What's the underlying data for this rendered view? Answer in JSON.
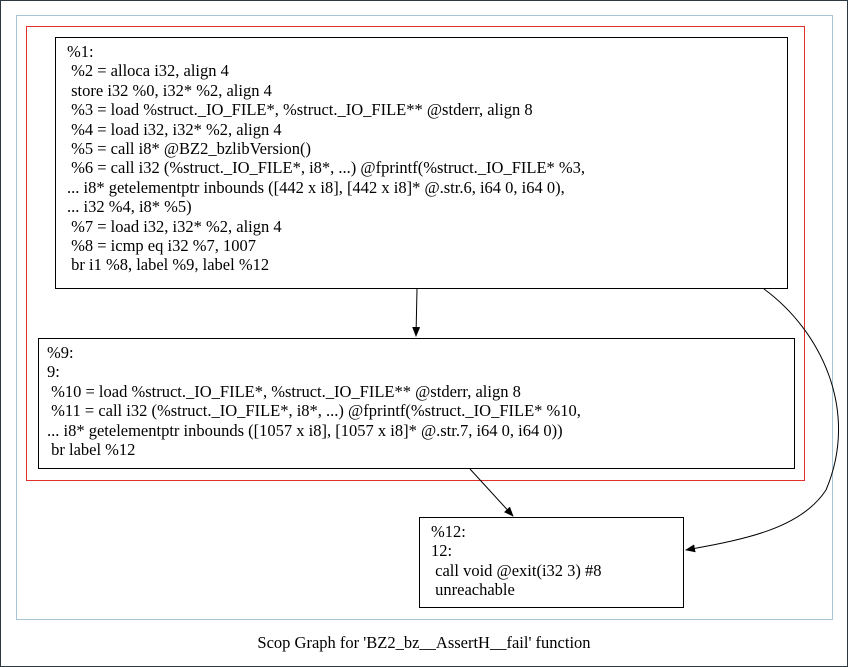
{
  "graph": {
    "caption": "Scop Graph for 'BZ2_bz__AssertH__fail' function",
    "nodes": [
      {
        "id": "%1",
        "lines": [
          "%1:",
          " %2 = alloca i32, align 4",
          " store i32 %0, i32* %2, align 4",
          " %3 = load %struct._IO_FILE*, %struct._IO_FILE** @stderr, align 8",
          " %4 = load i32, i32* %2, align 4",
          " %5 = call i8* @BZ2_bzlibVersion()",
          " %6 = call i32 (%struct._IO_FILE*, i8*, ...) @fprintf(%struct._IO_FILE* %3,",
          "... i8* getelementptr inbounds ([442 x i8], [442 x i8]* @.str.6, i64 0, i64 0),",
          "... i32 %4, i8* %5)",
          " %7 = load i32, i32* %2, align 4",
          " %8 = icmp eq i32 %7, 1007",
          " br i1 %8, label %9, label %12"
        ]
      },
      {
        "id": "%9",
        "lines": [
          "%9:",
          "9:",
          " %10 = load %struct._IO_FILE*, %struct._IO_FILE** @stderr, align 8",
          " %11 = call i32 (%struct._IO_FILE*, i8*, ...) @fprintf(%struct._IO_FILE* %10,",
          "... i8* getelementptr inbounds ([1057 x i8], [1057 x i8]* @.str.7, i64 0, i64 0))",
          " br label %12"
        ]
      },
      {
        "id": "%12",
        "lines": [
          "%12:",
          "12:",
          " call void @exit(i32 3) #8",
          " unreachable"
        ]
      }
    ],
    "edges": [
      {
        "from": "%1",
        "to": "%9"
      },
      {
        "from": "%1",
        "to": "%12"
      },
      {
        "from": "%9",
        "to": "%12"
      }
    ],
    "colors": {
      "outer_cluster": "#a8c6d8",
      "inner_cluster": "#e0302b",
      "node_border": "#000000",
      "edge": "#000000"
    }
  }
}
